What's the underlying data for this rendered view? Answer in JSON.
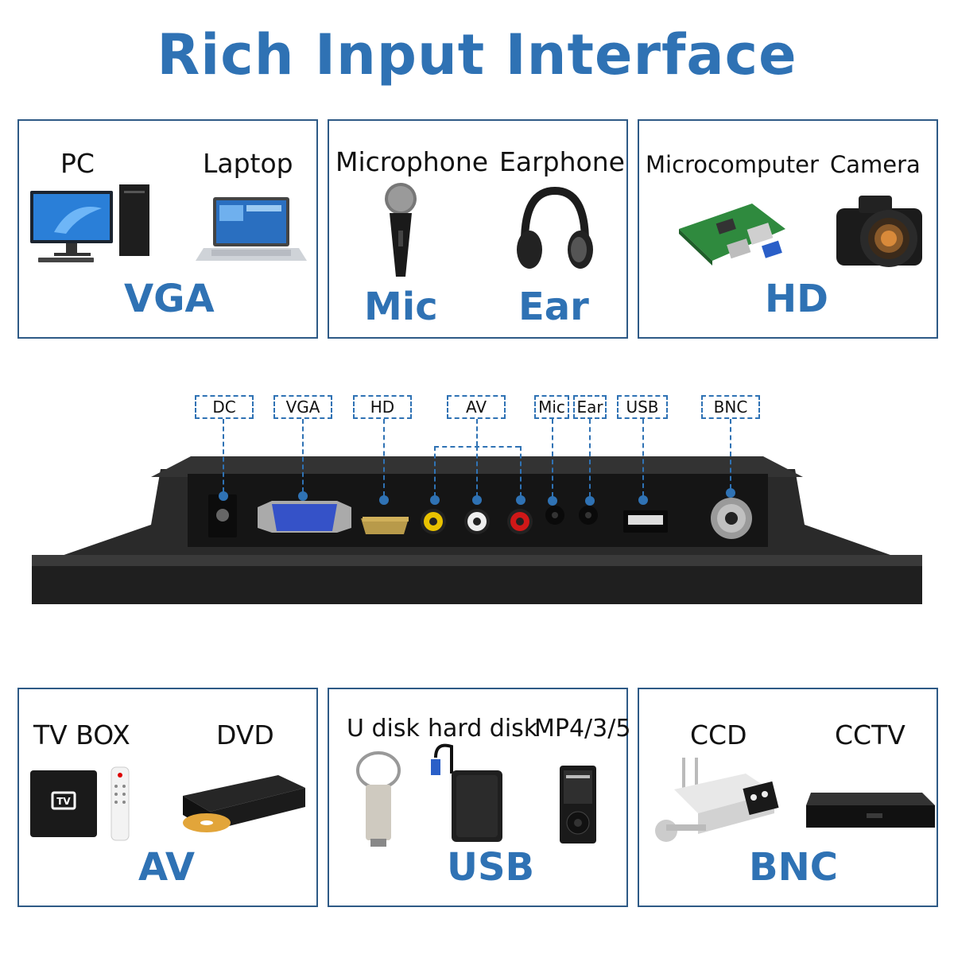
{
  "title": "Rich Input Interface",
  "colors": {
    "accent": "#2f72b4",
    "frame": "#2e5a86"
  },
  "top_panels": [
    {
      "labels": [
        "PC",
        "Laptop"
      ],
      "interface": "VGA",
      "icons": [
        "desktop-pc-icon",
        "laptop-icon"
      ]
    },
    {
      "labels": [
        "Microphone",
        "Earphone"
      ],
      "interfaces": [
        "Mic",
        "Ear"
      ],
      "icons": [
        "microphone-icon",
        "headphones-icon"
      ]
    },
    {
      "labels": [
        "Microcomputer",
        "Camera"
      ],
      "interface": "HD",
      "icons": [
        "raspberry-pi-board-icon",
        "dslr-camera-icon"
      ]
    }
  ],
  "ports": {
    "dc": "DC",
    "vga": "VGA",
    "hd": "HD",
    "av": "AV",
    "mic": "Mic",
    "ear": "Ear",
    "usb": "USB",
    "bnc": "BNC"
  },
  "bottom_panels": [
    {
      "labels": [
        "TV BOX",
        "DVD"
      ],
      "interface": "AV",
      "icons": [
        "tv-box-icon",
        "dvd-player-icon"
      ]
    },
    {
      "labels": [
        "U disk",
        "hard disk",
        "MP4/3/5"
      ],
      "interface": "USB",
      "icons": [
        "usb-flash-drive-icon",
        "external-hard-disk-icon",
        "mp4-player-icon"
      ]
    },
    {
      "labels": [
        "CCD",
        "CCTV"
      ],
      "interface": "BNC",
      "icons": [
        "ccd-camera-icon",
        "cctv-recorder-icon"
      ]
    }
  ]
}
